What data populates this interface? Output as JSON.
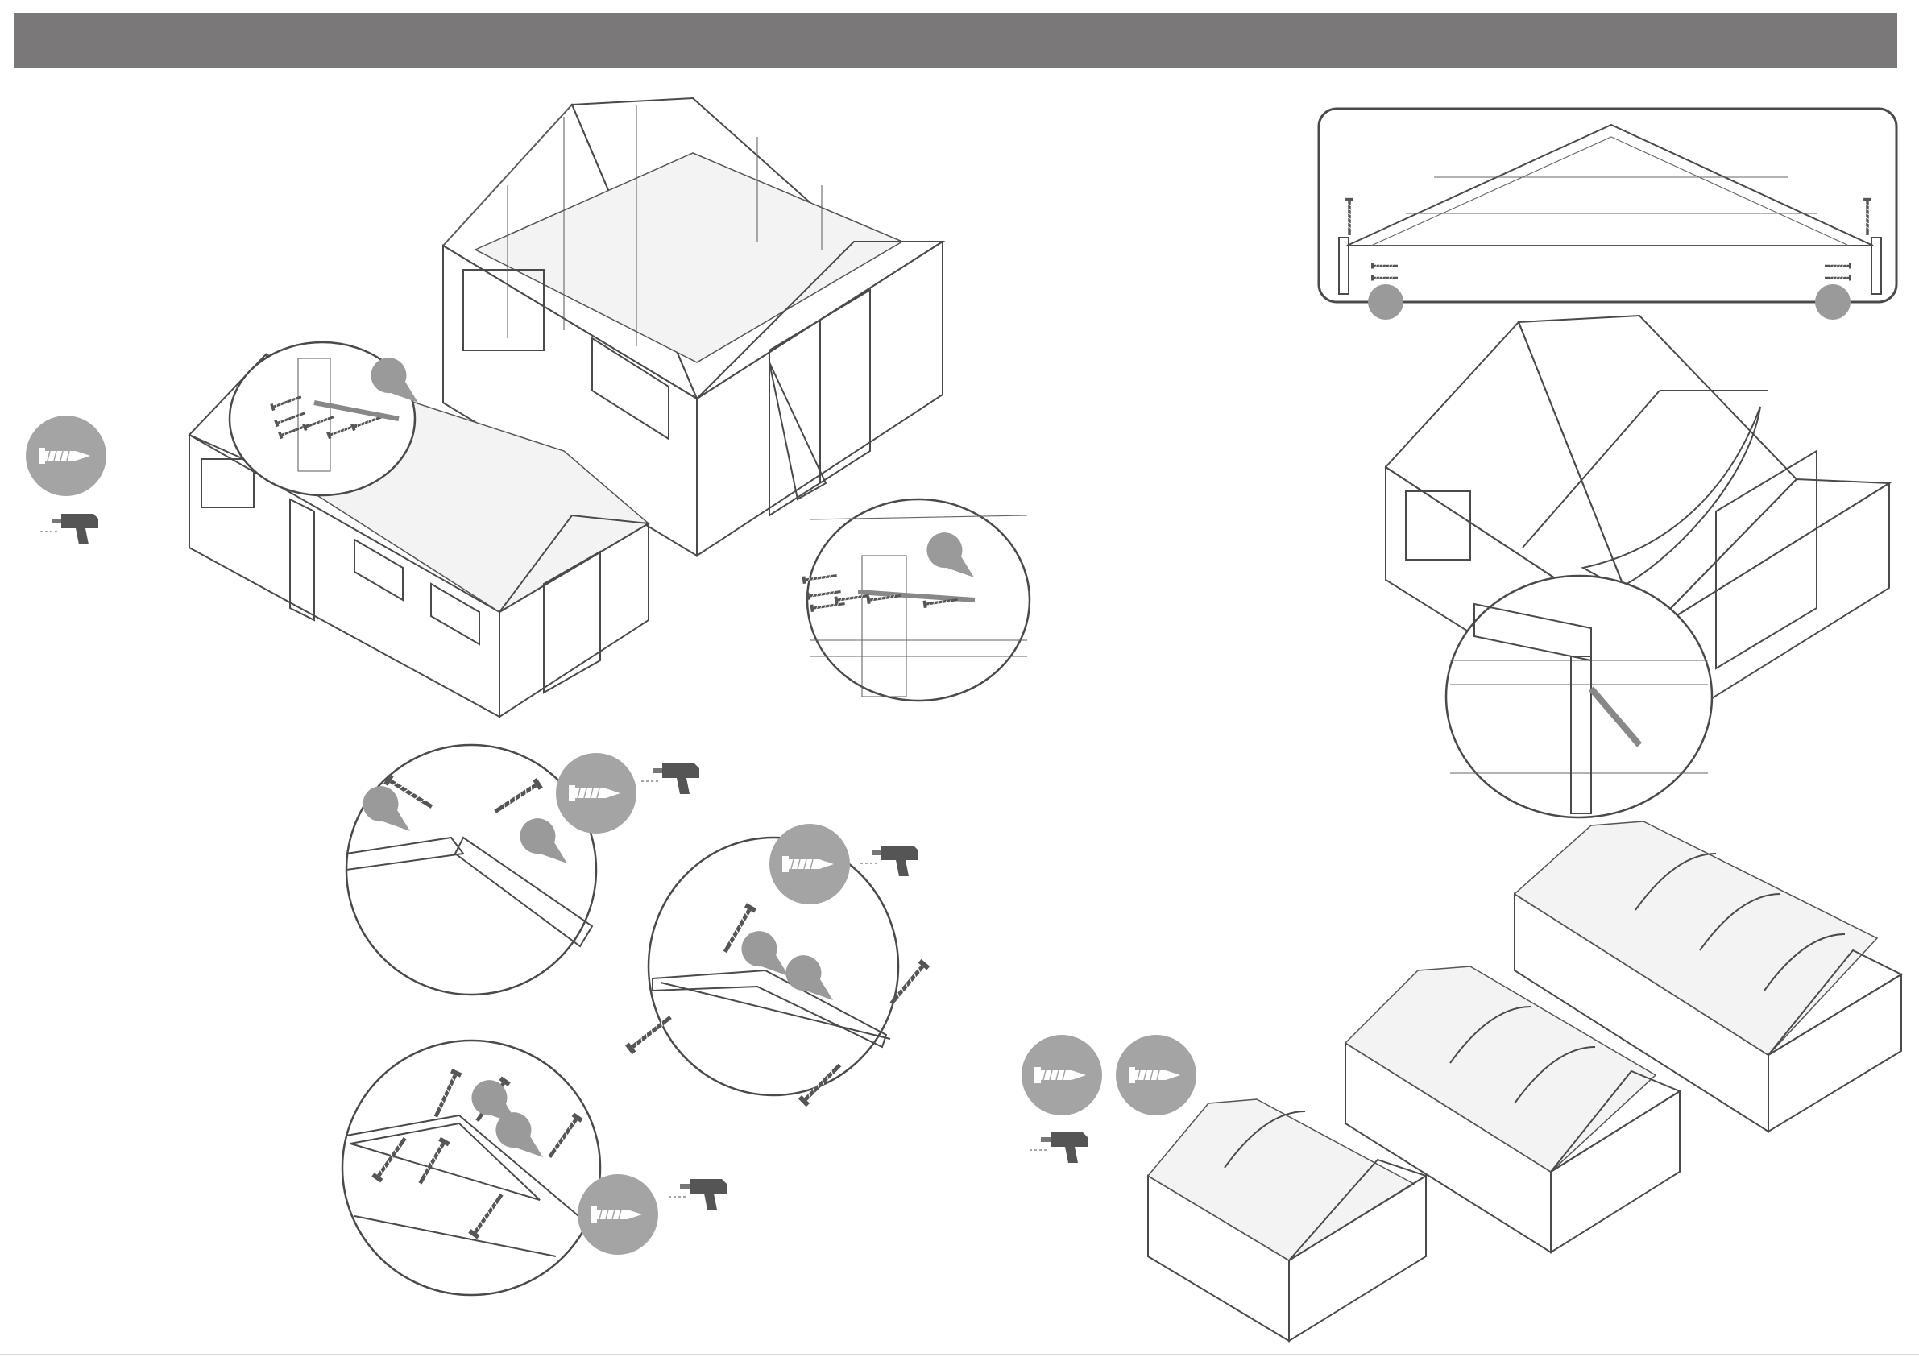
{
  "page": {
    "colors": {
      "header_bar": "#7a7879",
      "badge": "#a5a4a4",
      "callout": "#9b9a9a",
      "line_art": "#4a4a4a",
      "drill": "#555555"
    }
  },
  "icons": {
    "screw_badge": "screw-icon",
    "drill": "drill-icon",
    "pointer_bubble": "callout-pointer-icon"
  },
  "steps": [
    {
      "id": "attach-shed-sections",
      "tools": [
        "screw-icon",
        "drill-icon"
      ]
    },
    {
      "id": "ridge-joint",
      "tools": [
        "screw-icon",
        "drill-icon"
      ]
    },
    {
      "id": "rafter-brace",
      "tools": [
        "screw-icon",
        "drill-icon"
      ]
    },
    {
      "id": "gable-triangle",
      "tools": [
        "screw-icon",
        "drill-icon"
      ]
    },
    {
      "id": "roof-truss-profile",
      "tools": [
        "screw-icon"
      ]
    },
    {
      "id": "truss-install",
      "tools": []
    },
    {
      "id": "truss-sizes",
      "tools": [
        "screw-icon",
        "screw-icon",
        "drill-icon"
      ]
    }
  ]
}
